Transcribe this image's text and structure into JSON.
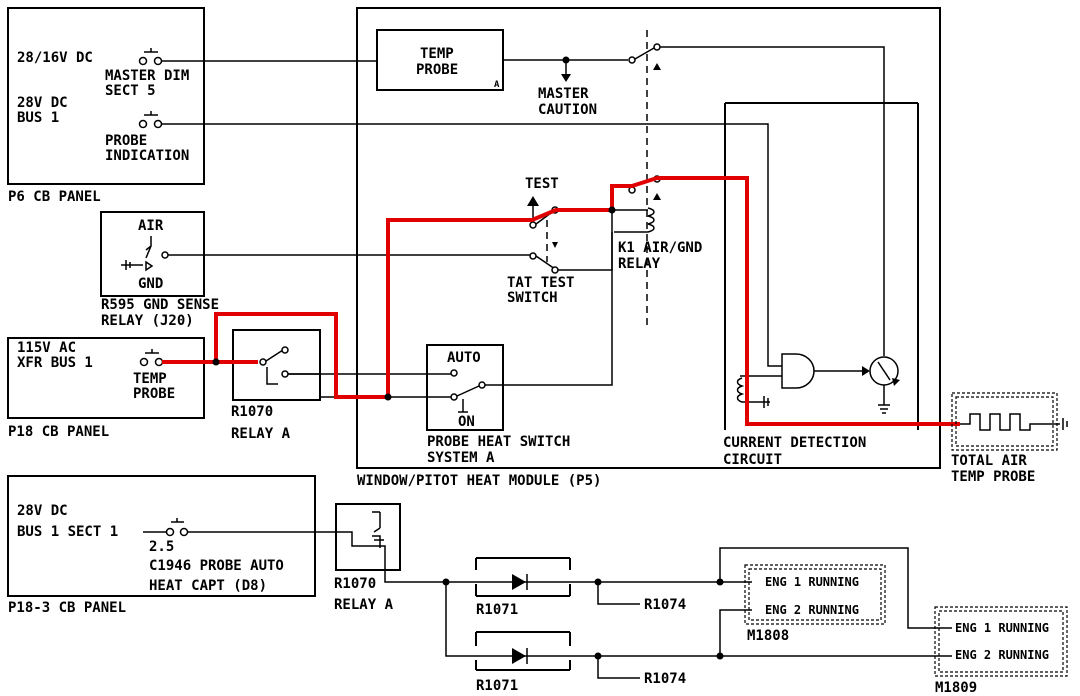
{
  "panels": {
    "p6": {
      "label": "P6 CB PANEL",
      "source1_line1": "28/16V DC",
      "cb1_line1": "MASTER DIM",
      "cb1_line2": "SECT 5",
      "source2_line1": "28V DC",
      "source2_line2": "BUS 1",
      "cb2_line1": "PROBE",
      "cb2_line2": "INDICATION"
    },
    "r595": {
      "air": "AIR",
      "gnd": "GND",
      "label_line1": "R595 GND SENSE",
      "label_line2": "RELAY (J20)"
    },
    "p18": {
      "label": "P18 CB PANEL",
      "source_line1": "115V AC",
      "source_line2": "XFR BUS 1",
      "cb_line1": "TEMP",
      "cb_line2": "PROBE"
    },
    "r1070_top": {
      "line1": "R1070",
      "line2": "RELAY A"
    },
    "p18_3": {
      "label": "P18-3 CB PANEL",
      "source_line1": "28V DC",
      "source_line2": "BUS 1 SECT 1",
      "rating": "2.5",
      "cb_line1": "C1946 PROBE AUTO",
      "cb_line2": "HEAT CAPT (D8)"
    },
    "r1070_bottom": {
      "line1": "R1070",
      "line2": "RELAY A"
    }
  },
  "module": {
    "label": "WINDOW/PITOT HEAT MODULE (P5)",
    "temp_probe_line1": "TEMP",
    "temp_probe_line2": "PROBE",
    "temp_probe_tag": "A",
    "master_caution_line1": "MASTER",
    "master_caution_line2": "CAUTION",
    "test": "TEST",
    "tat_line1": "TAT TEST",
    "tat_line2": "SWITCH",
    "k1_line1": "K1 AIR/GND",
    "k1_line2": "RELAY",
    "auto": "AUTO",
    "on": "ON",
    "phs_line1": "PROBE HEAT SWITCH",
    "phs_line2": "SYSTEM A",
    "cdc_line1": "CURRENT DETECTION",
    "cdc_line2": "CIRCUIT"
  },
  "tat_probe": {
    "line1": "TOTAL AIR",
    "line2": "TEMP PROBE"
  },
  "lower": {
    "r1071_a": "R1071",
    "r1071_b": "R1071",
    "r1074_a": "R1074",
    "r1074_b": "R1074",
    "m1808": "M1808",
    "m1808_eng1": "ENG 1 RUNNING",
    "m1808_eng2": "ENG 2 RUNNING",
    "m1809": "M1809",
    "m1809_eng1": "ENG 1 RUNNING",
    "m1809_eng2": "ENG 2 RUNNING"
  },
  "colors": {
    "active_path": "#e00000",
    "wire": "#000000"
  }
}
